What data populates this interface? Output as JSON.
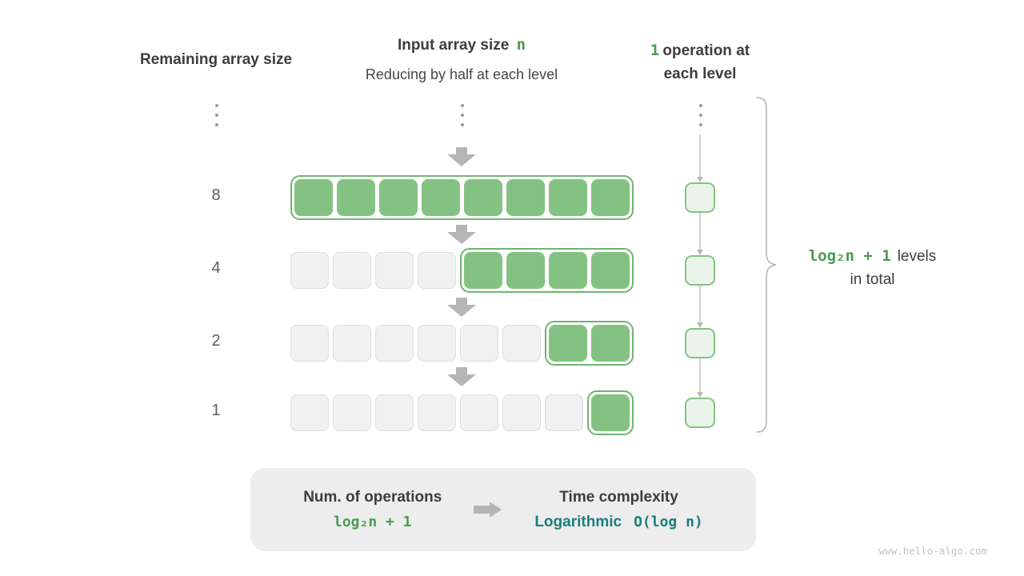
{
  "headers": {
    "left": "Remaining array size",
    "center_prefix": "Input array size",
    "center_n": "n",
    "center_subtitle": "Reducing by half at each level",
    "right_num": "1",
    "right_line1": "operation at",
    "right_line2": "each level"
  },
  "rows": [
    {
      "label": "8",
      "gray": 0,
      "green": 8
    },
    {
      "label": "4",
      "gray": 4,
      "green": 4
    },
    {
      "label": "2",
      "gray": 6,
      "green": 2
    },
    {
      "label": "1",
      "gray": 7,
      "green": 1
    }
  ],
  "brace": {
    "formula": "log₂n + 1",
    "levels": "levels",
    "in_total": "in total"
  },
  "summary": {
    "ops_title": "Num. of operations",
    "ops_formula": "log₂n + 1",
    "tc_title": "Time complexity",
    "tc_word": "Logarithmic",
    "tc_formula": "O(log n)"
  },
  "watermark": "www.hello-algo.com",
  "colors": {
    "green_fill": "#84c284",
    "green_border": "#6fb56f",
    "green_text": "#4a9c52",
    "light_green": "#eaf4ea",
    "teal": "#17807c",
    "arrow_gray": "#b5b5b5",
    "cell_gray": "#f1f1f1",
    "dark_text": "#3d3d3d",
    "summary_bg": "#ededed"
  }
}
